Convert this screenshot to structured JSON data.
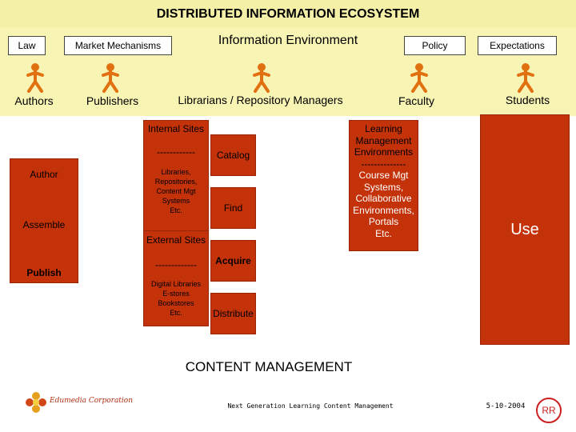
{
  "title": "DISTRIBUTED INFORMATION ECOSYSTEM",
  "environment": {
    "heading": "Information Environment",
    "chips": [
      "Law",
      "Market Mechanisms",
      "Policy",
      "Expectations"
    ]
  },
  "actors": {
    "authors": "Authors",
    "publishers": "Publishers",
    "librarians": "Librarians / Repository Managers",
    "faculty": "Faculty",
    "students": "Students"
  },
  "left_column": {
    "author": "Author",
    "assemble": "Assemble",
    "publish": "Publish"
  },
  "internal_sites": {
    "title": "Internal Sites",
    "rule": "------------",
    "items": [
      "Libraries,",
      "Repositories,",
      "Content Mgt",
      "Systems",
      "Etc."
    ]
  },
  "external_sites": {
    "title": "External Sites",
    "rule": "-------------",
    "items": [
      "Digital Libraries",
      "E-stores",
      "Bookstores",
      "Etc."
    ]
  },
  "functions": {
    "catalog": "Catalog",
    "find": "Find",
    "acquire": "Acquire",
    "distribute": "Distribute"
  },
  "lme": {
    "title_lines": [
      "Learning",
      "Management",
      "Environments"
    ],
    "rule": "--------------",
    "items": [
      "Course Mgt",
      "Systems,",
      "Collaborative",
      "Environments,",
      "Portals",
      "Etc."
    ]
  },
  "use_label": "Use",
  "content_management": "CONTENT MANAGEMENT",
  "footer": {
    "company": "Edumedia Corporation",
    "subtitle": "Next Generation Learning Content Management",
    "date": "5-10-2004",
    "initials": "RR"
  },
  "colors": {
    "box_red": "#c4320a",
    "env_yellow": "#f8f4b4",
    "person_orange": "#e07010"
  }
}
